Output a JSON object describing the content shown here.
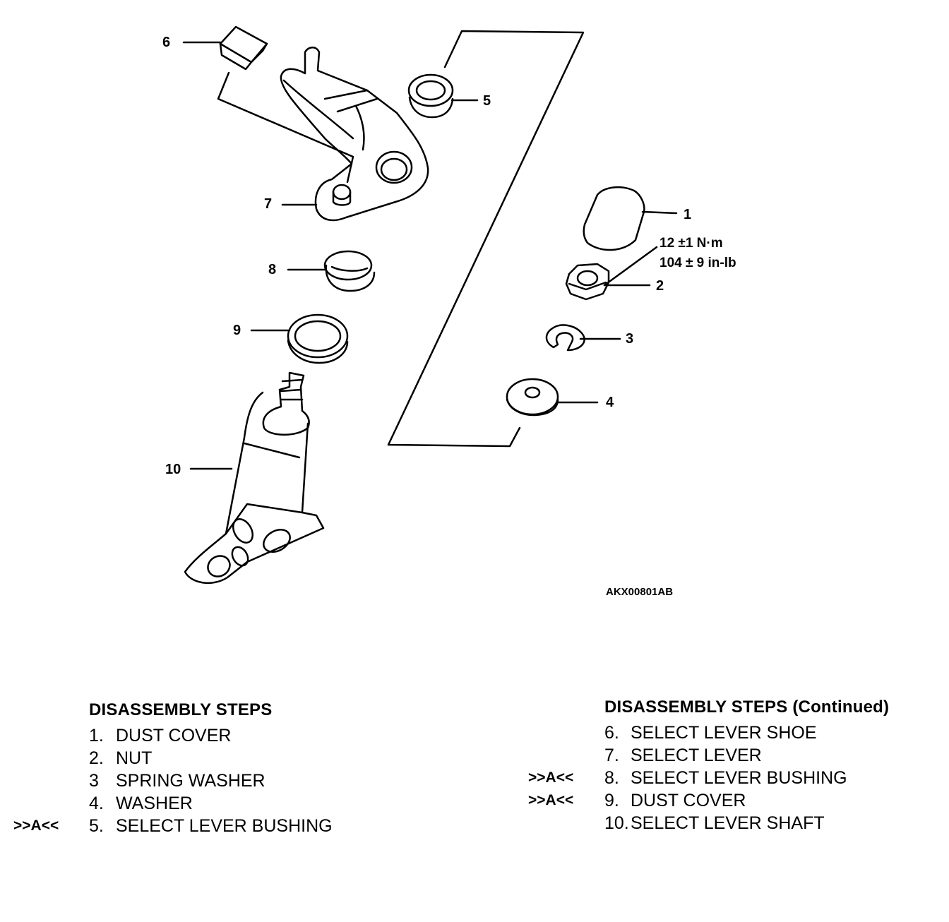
{
  "diagram": {
    "callouts": [
      "1",
      "2",
      "3",
      "4",
      "5",
      "6",
      "7",
      "8",
      "9",
      "10"
    ],
    "torque_nm": "12 ±1 N·m",
    "torque_inlb": "104 ± 9 in-lb",
    "figure_code": "AKX00801AB"
  },
  "steps_left": {
    "title": "DISASSEMBLY STEPS",
    "items": [
      {
        "num": "1.",
        "label": "DUST COVER",
        "mark": ""
      },
      {
        "num": "2.",
        "label": "NUT",
        "mark": ""
      },
      {
        "num": "3",
        "label": "SPRING WASHER",
        "mark": ""
      },
      {
        "num": "4.",
        "label": "WASHER",
        "mark": ""
      },
      {
        "num": "5.",
        "label": "SELECT LEVER BUSHING",
        "mark": ">>A<<"
      }
    ]
  },
  "steps_right": {
    "title": "DISASSEMBLY STEPS (Continued)",
    "items": [
      {
        "num": "6.",
        "label": "SELECT LEVER SHOE",
        "mark": ""
      },
      {
        "num": "7.",
        "label": "SELECT LEVER",
        "mark": ""
      },
      {
        "num": "8.",
        "label": "SELECT LEVER BUSHING",
        "mark": ">>A<<"
      },
      {
        "num": "9.",
        "label": "DUST COVER",
        "mark": ">>A<<"
      },
      {
        "num": "10.",
        "label": "SELECT LEVER SHAFT",
        "mark": ""
      }
    ]
  }
}
